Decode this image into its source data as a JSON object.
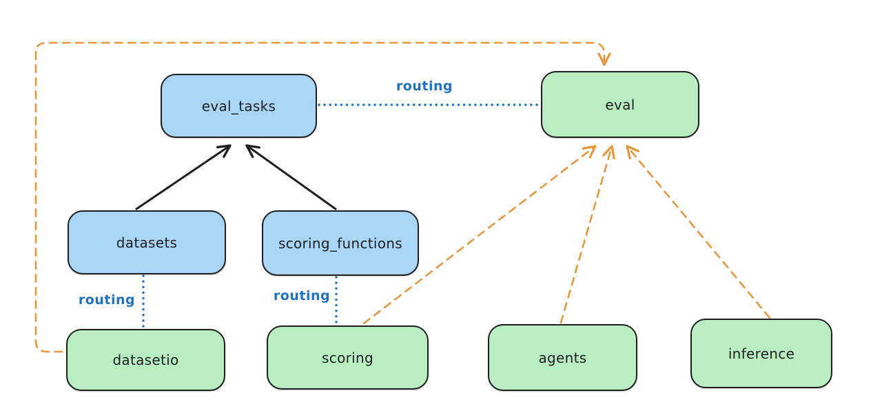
{
  "diagram": {
    "nodes": {
      "eval_tasks": {
        "label": "eval_tasks"
      },
      "eval": {
        "label": "eval"
      },
      "datasets": {
        "label": "datasets"
      },
      "scoring_functions": {
        "label": "scoring_functions"
      },
      "datasetio": {
        "label": "datasetio"
      },
      "scoring": {
        "label": "scoring"
      },
      "agents": {
        "label": "agents"
      },
      "inference": {
        "label": "inference"
      }
    },
    "edges": [
      {
        "from": "datasets",
        "to": "eval_tasks",
        "style": "solid-arrow",
        "label": ""
      },
      {
        "from": "scoring_functions",
        "to": "eval_tasks",
        "style": "solid-arrow",
        "label": ""
      },
      {
        "from": "eval_tasks",
        "to": "eval",
        "style": "dotted",
        "label": "routing"
      },
      {
        "from": "datasets",
        "to": "datasetio",
        "style": "dotted",
        "label": "routing"
      },
      {
        "from": "scoring_functions",
        "to": "scoring",
        "style": "dotted",
        "label": "routing"
      },
      {
        "from": "datasetio",
        "to": "eval",
        "style": "dashed-arrow",
        "label": ""
      },
      {
        "from": "scoring",
        "to": "eval",
        "style": "dashed-arrow",
        "label": ""
      },
      {
        "from": "agents",
        "to": "eval",
        "style": "dashed-arrow",
        "label": ""
      },
      {
        "from": "inference",
        "to": "eval",
        "style": "dashed-arrow",
        "label": ""
      }
    ],
    "colors": {
      "background": "#ffffff",
      "ink": "#1e1e1e",
      "blue_fill": "#a9d6f7",
      "green_fill": "#b9eec2",
      "routing_blue": "#1f72c2",
      "orange": "#e8963c"
    }
  }
}
